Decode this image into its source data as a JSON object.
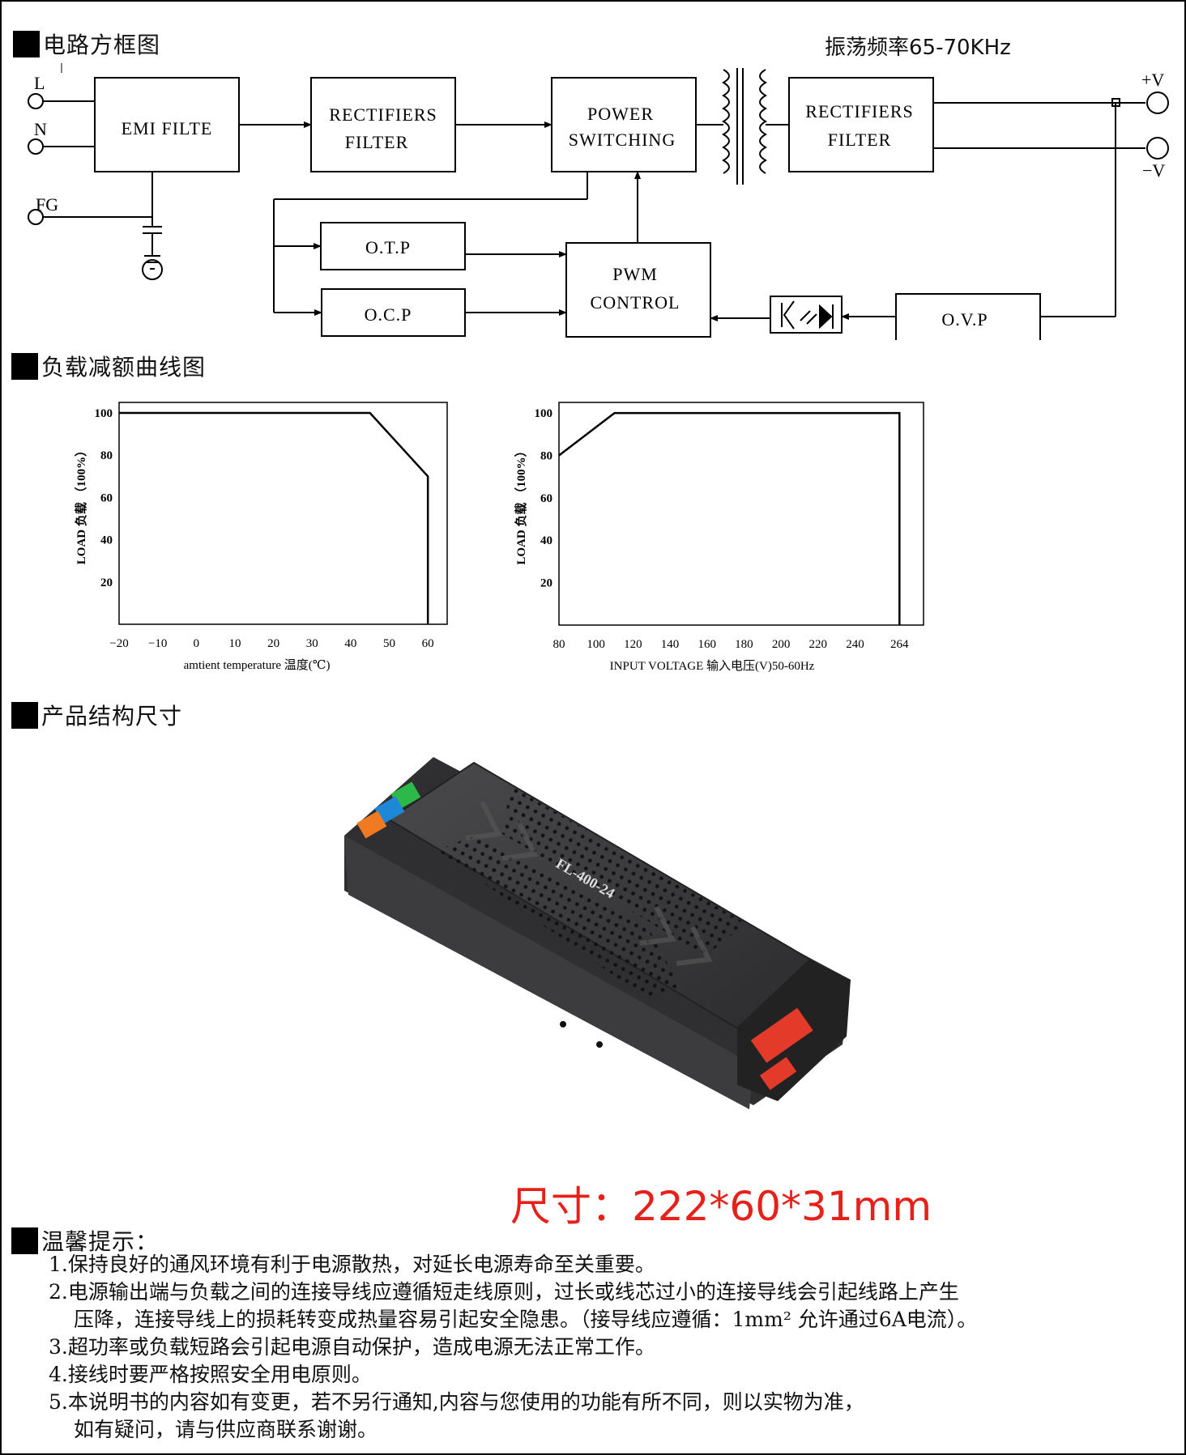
{
  "sections": {
    "block_diagram": "电路方框图",
    "derating": "负载减额曲线图",
    "dimensions": "产品结构尺寸",
    "notes": "温馨提示："
  },
  "block_diagram": {
    "frequency_label": "振荡频率65-70KHz",
    "pins": {
      "L": "L",
      "N": "N",
      "FG": "FG",
      "pos": "+V",
      "neg": "−V"
    },
    "blocks": {
      "emi": "EMI FILTE",
      "rect1_line1": "RECTIFIERS",
      "rect1_line2": "FILTER",
      "psw_line1": "POWER",
      "psw_line2": "SWITCHING",
      "rect2_line1": "RECTIFIERS",
      "rect2_line2": "FILTER",
      "otp": "O.T.P",
      "ocp": "O.C.P",
      "pwm_line1": "PWM",
      "pwm_line2": "CONTROL",
      "ovp": "O.V.P"
    }
  },
  "chart_data": [
    {
      "type": "line",
      "x": [
        -20,
        45,
        60,
        60
      ],
      "y": [
        100,
        100,
        70,
        0
      ],
      "xticks": [
        -20,
        -10,
        0,
        10,
        20,
        30,
        40,
        50,
        60
      ],
      "yticks": [
        20,
        40,
        60,
        80,
        100
      ],
      "xlim": [
        -20,
        65
      ],
      "ylim": [
        0,
        105
      ],
      "xlabel": "amtient temperature 温度(℃)",
      "ylabel": "LOAD 负载 （100%）",
      "grid": false
    },
    {
      "type": "line",
      "x": [
        80,
        110,
        264,
        264
      ],
      "y": [
        80,
        100,
        100,
        0
      ],
      "xticks": [
        80,
        100,
        120,
        140,
        160,
        180,
        200,
        220,
        240,
        264
      ],
      "yticks": [
        20,
        40,
        60,
        80,
        100
      ],
      "xlim": [
        80,
        277
      ],
      "ylim": [
        0,
        105
      ],
      "xlabel": "INPUT VOLTAGE 输入电压(V)50-60Hz",
      "ylabel": "LOAD 负载 （100%）",
      "grid": false
    }
  ],
  "product": {
    "model": "FL-400-24",
    "dimension": "尺寸：222*60*31mm",
    "colors": {
      "case": "#3b3b3d",
      "green": "#2db84a",
      "blue": "#1e88d8",
      "orange": "#f07a22",
      "red": "#e33a2a"
    }
  },
  "notes": {
    "items": [
      "1.保持良好的通风环境有利于电源散热，对延长电源寿命至关重要。",
      "2.电源输出端与负载之间的连接导线应遵循短走线原则，过长或线芯过小的连接导线会引起线路上产生",
      "3.超功率或负载短路会引起电源自动保护，造成电源无法正常工作。",
      "4.接线时要严格按照安全用电原则。",
      "5.本说明书的内容如有变更，若不另行通知,内容与您使用的功能有所不同，则以实物为准，"
    ],
    "item2_cont": "压降，连接导线上的损耗转变成热量容易引起安全隐患。（接导线应遵循：1mm² 允许通过6A电流）。",
    "item5_cont": "如有疑问，请与供应商联系谢谢。"
  }
}
